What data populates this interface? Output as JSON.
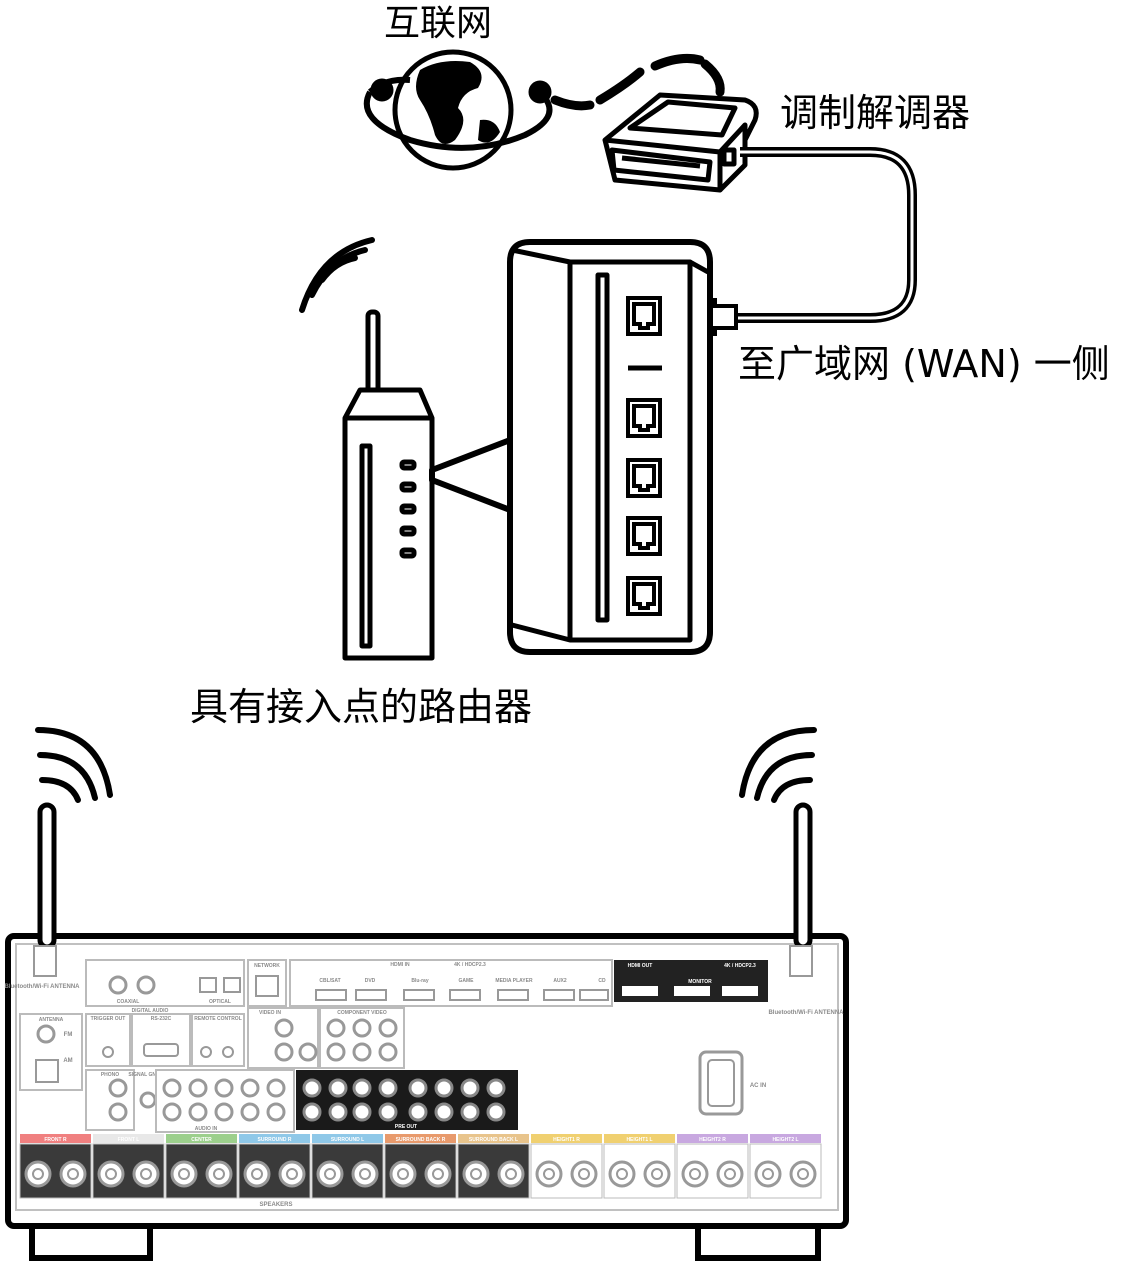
{
  "labels": {
    "internet": "互联网",
    "modem": "调制解调器",
    "wan_side": "至广域网 (WAN) 一侧",
    "router": "具有接入点的路由器"
  },
  "receiver_panel": {
    "antenna_left": "Bluetooth/Wi-Fi ANTENNA",
    "antenna_right": "Bluetooth/Wi-Fi ANTENNA",
    "network": "NETWORK",
    "digital_audio": "DIGITAL AUDIO",
    "coaxial": "COAXIAL",
    "optical": "OPTICAL",
    "hdmi_in": "HDMI IN",
    "hdcp": "4K / HDCP2.3",
    "hdmi_out": "HDMI OUT",
    "monitor": "MONITOR",
    "inputs": [
      "CBL/SAT",
      "DVD",
      "Blu-ray",
      "GAME",
      "MEDIA PLAYER",
      "AUX2",
      "CD"
    ],
    "antenna": "ANTENNA",
    "fm": "FM",
    "am": "AM",
    "trigger_out": "TRIGGER OUT",
    "rs232c": "RS-232C",
    "remote_control": "REMOTE CONTROL",
    "video_in": "VIDEO IN",
    "component_video": "COMPONENT VIDEO",
    "phono": "PHONO",
    "signal_gnd": "SIGNAL GND",
    "audio_in": "AUDIO IN",
    "pre_out": "PRE OUT",
    "ac_in": "AC IN",
    "speakers": "SPEAKERS",
    "speaker_groups": [
      "FRONT R",
      "FRONT L",
      "CENTER",
      "SURROUND R",
      "SURROUND L",
      "SURROUND BACK R",
      "SURROUND BACK L",
      "HEIGHT1 R",
      "HEIGHT1 L",
      "HEIGHT2 R",
      "HEIGHT2 L"
    ],
    "speaker_colors": [
      "#f08080",
      "#e8e8e8",
      "#9ccf8c",
      "#8fc8e8",
      "#8fc8e8",
      "#e89a6c",
      "#e8c48c",
      "#f0d070",
      "#f0d070",
      "#c8a8e0",
      "#c8a8e0"
    ]
  }
}
